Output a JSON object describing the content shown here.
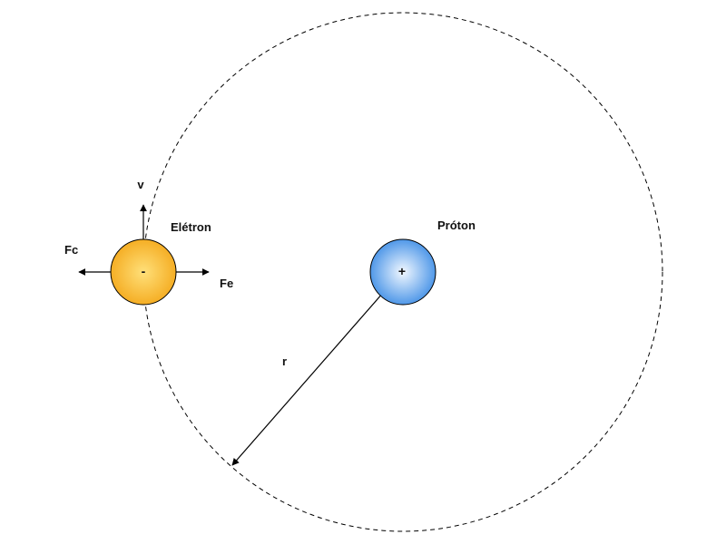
{
  "labels": {
    "electron": "Elétron",
    "proton": "Próton",
    "velocity": "v",
    "centripetal_force": "Fc",
    "electric_force": "Fe",
    "radius": "r"
  },
  "signs": {
    "electron": "-",
    "proton": "+"
  },
  "colors": {
    "electron_fill_center": "#ffe07a",
    "electron_fill_edge": "#f4a91c",
    "proton_fill_center": "#f2f8ff",
    "proton_fill_edge": "#3f8ee6",
    "stroke": "#000000"
  }
}
